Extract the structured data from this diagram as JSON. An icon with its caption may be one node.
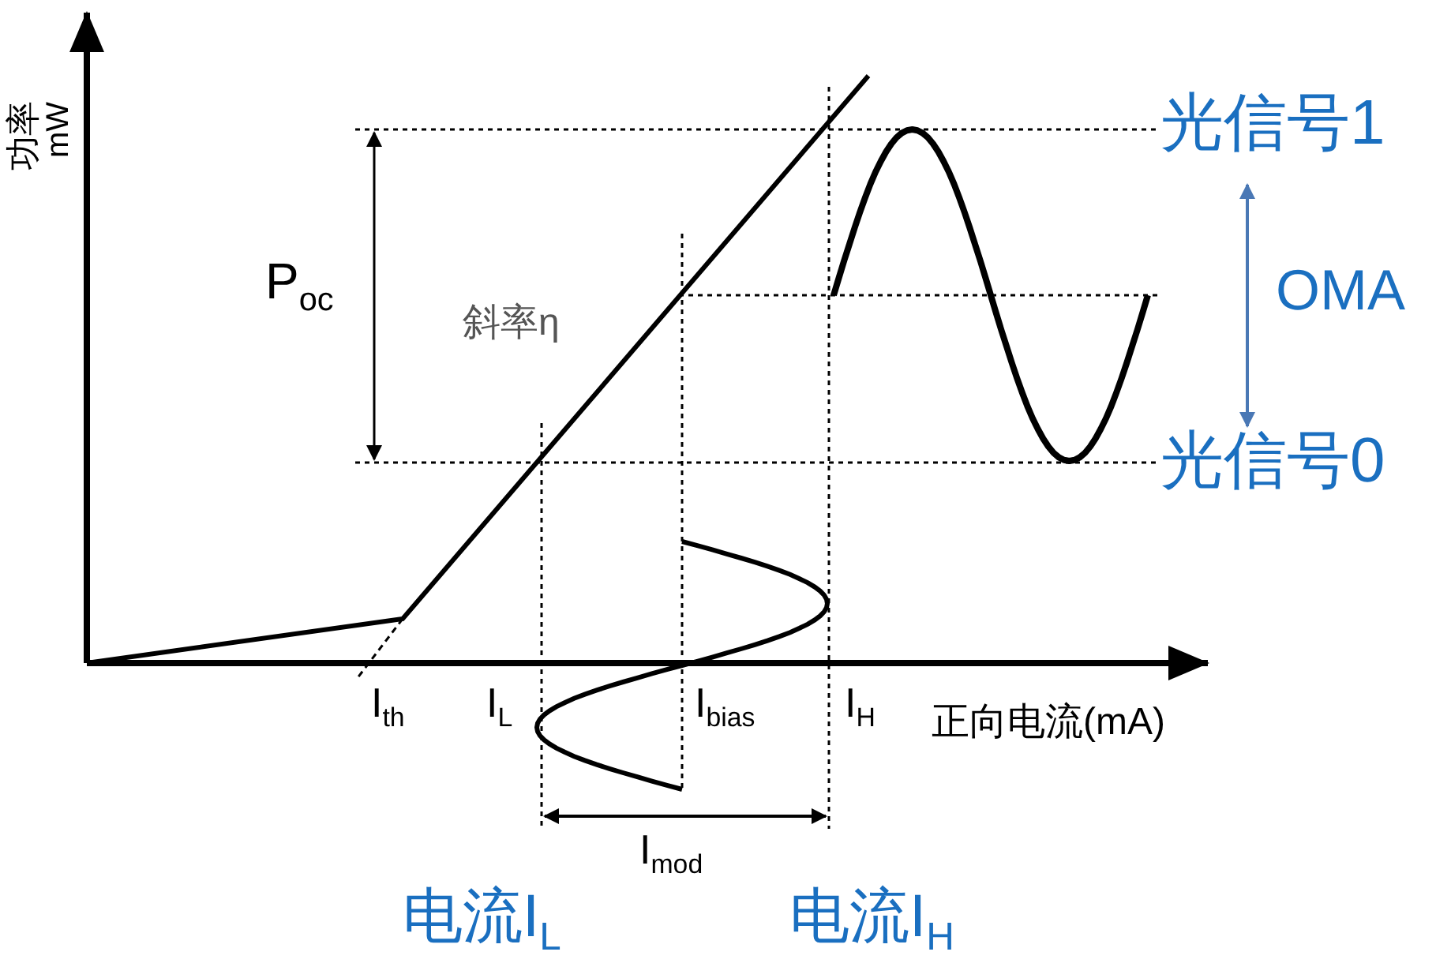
{
  "diagram": {
    "labels": [
      "功率",
      "mW",
      "光信号1",
      "P$_{oc}$",
      "OMA",
      "斜率η",
      "光信号0",
      "I$_{th}$",
      "I$_{L}$",
      "I$_{bias}$",
      "I$_{H}$",
      "正向电流(mA)",
      "I$_{mod}$",
      "电流I$_{L}$",
      "电流I$_{H}$"
    ]
  }
}
